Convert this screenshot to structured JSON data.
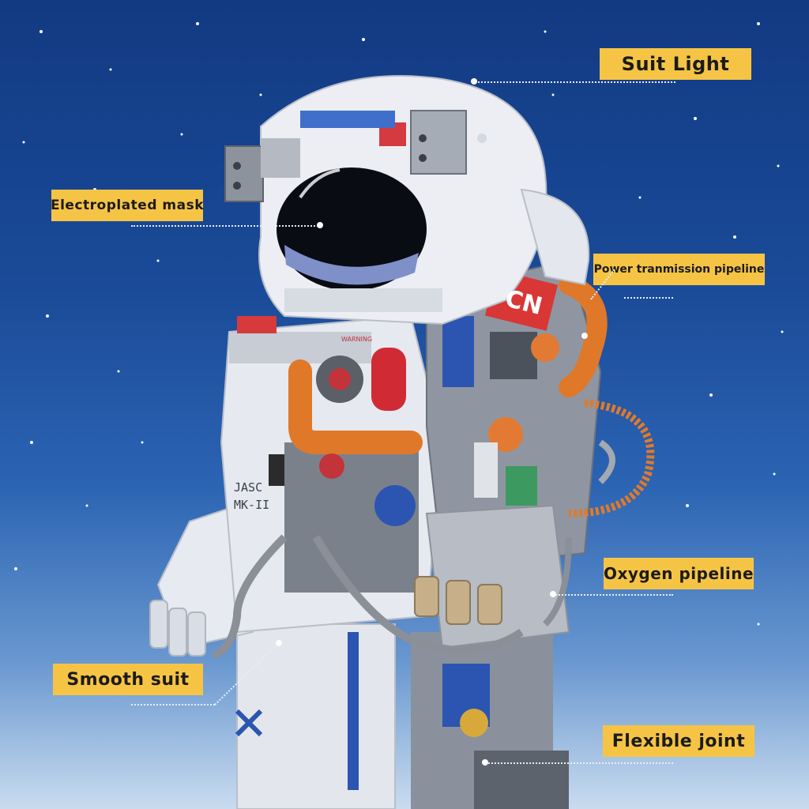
{
  "callouts": {
    "suit_light": "Suit Light",
    "electroplated_mask": "Electroplated mask",
    "power_pipeline": "Power tranmission pipeline",
    "oxygen_pipeline": "Oxygen pipeline",
    "smooth_suit": "Smooth suit",
    "flexible_joint": "Flexible joint"
  },
  "model_markings": {
    "badge": "CN",
    "chest_code_1": "JASC",
    "chest_code_2": "MK-II",
    "warning": "WARNING"
  },
  "colors": {
    "label_background": "#f6c445",
    "label_text": "#1b1b1b",
    "sky_top": "#123a82",
    "sky_bottom": "#c9dcef"
  }
}
